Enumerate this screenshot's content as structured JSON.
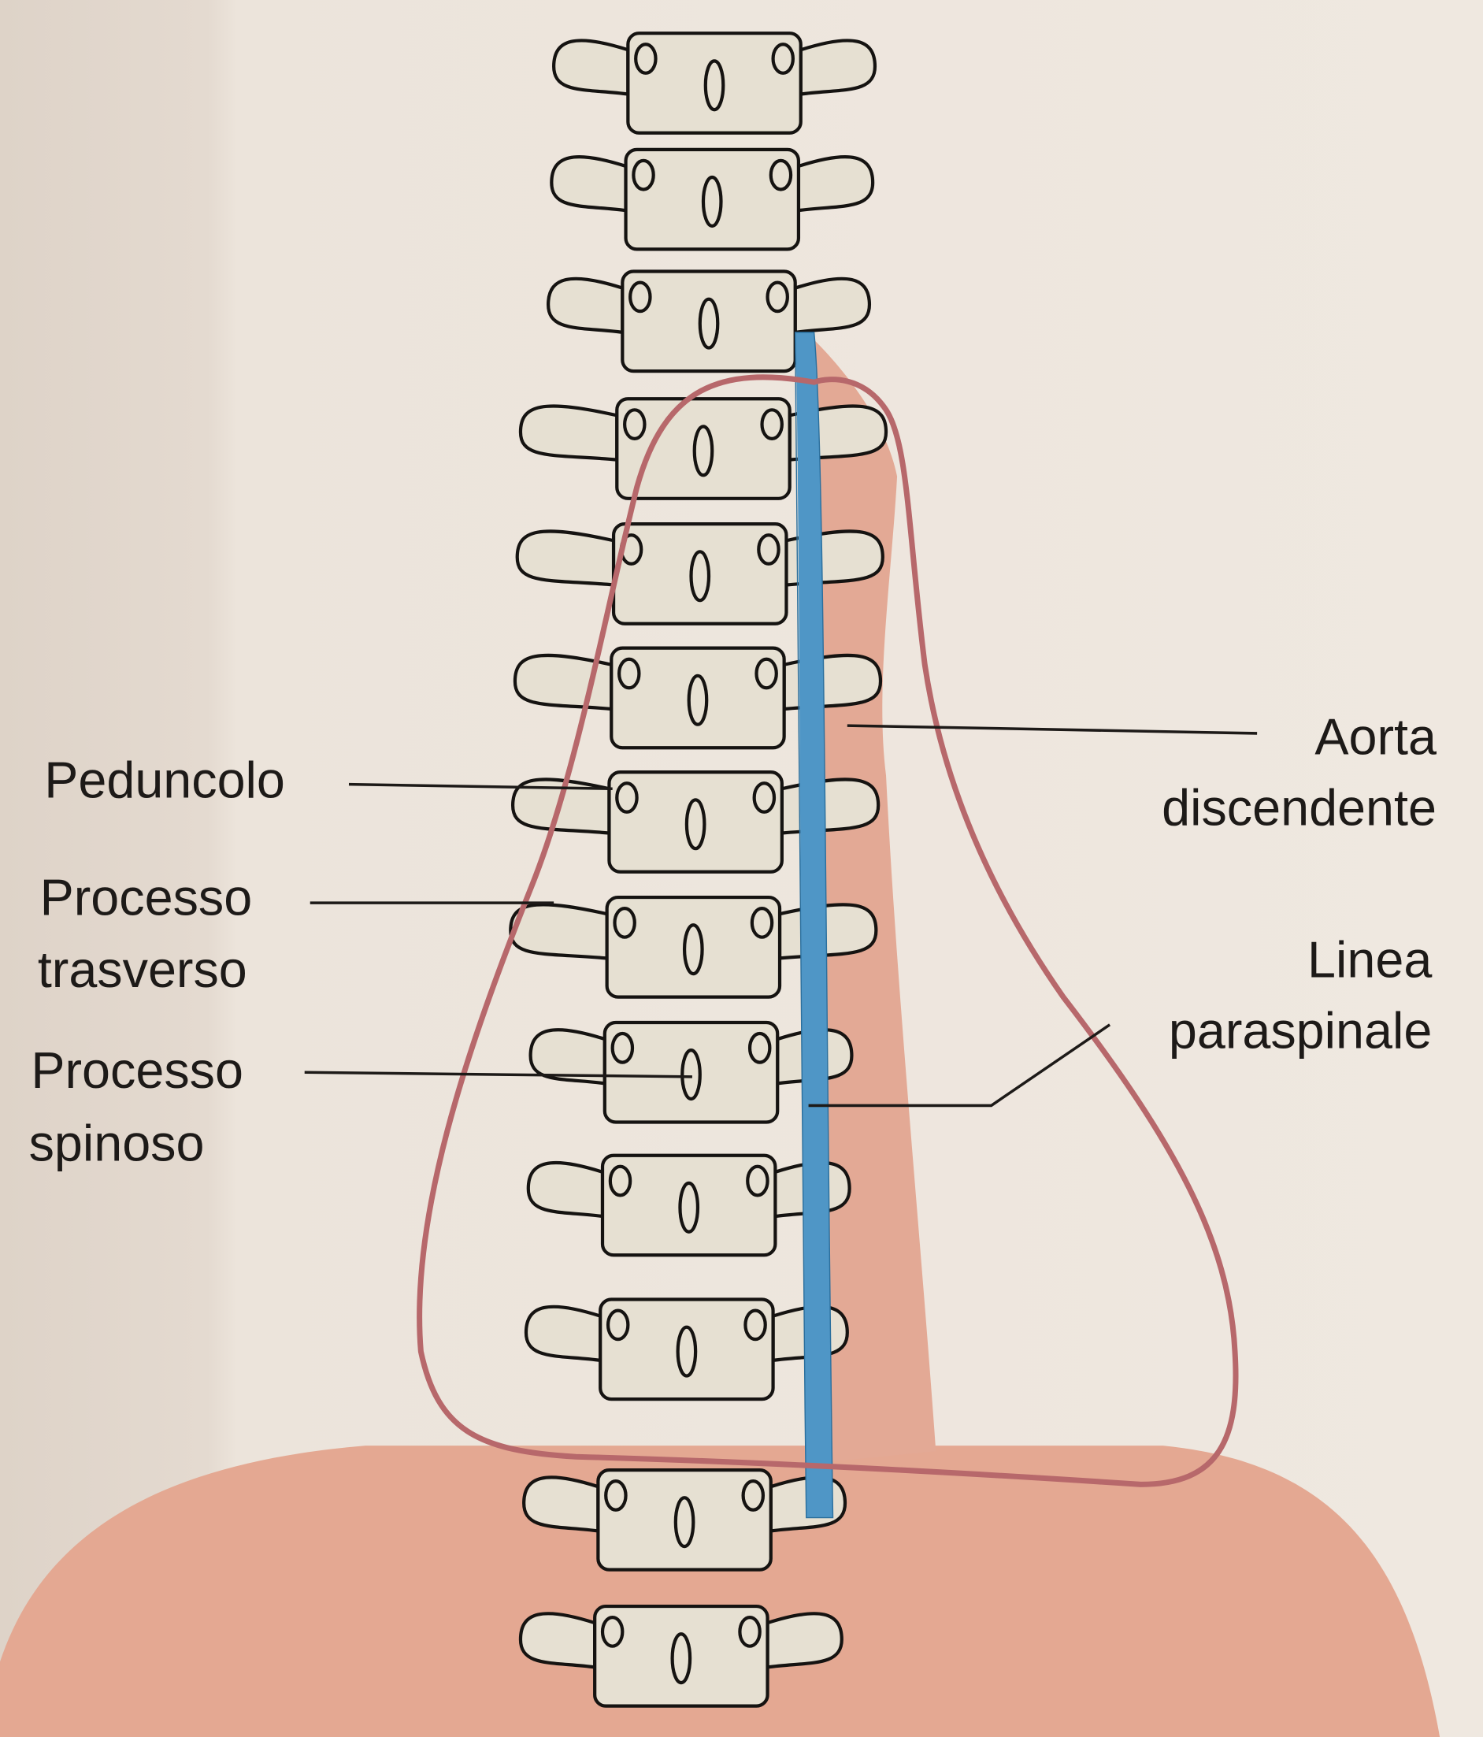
{
  "labels": {
    "pedicle": "Peduncolo",
    "transverse_process": [
      "Processo",
      "trasverso"
    ],
    "spinous_process": [
      "Processo",
      "spinoso"
    ],
    "descending_aorta": [
      "Aorta",
      "discendente"
    ],
    "paraspinal_line": [
      "Linea",
      "paraspinale"
    ]
  },
  "colors": {
    "paper": "#ebe2d9",
    "bone": "#e6e0d2",
    "aorta": "#e3a995",
    "paraspinal_line": "#4f96c6",
    "outline": "#b7686b",
    "mound": "#e4a892"
  }
}
